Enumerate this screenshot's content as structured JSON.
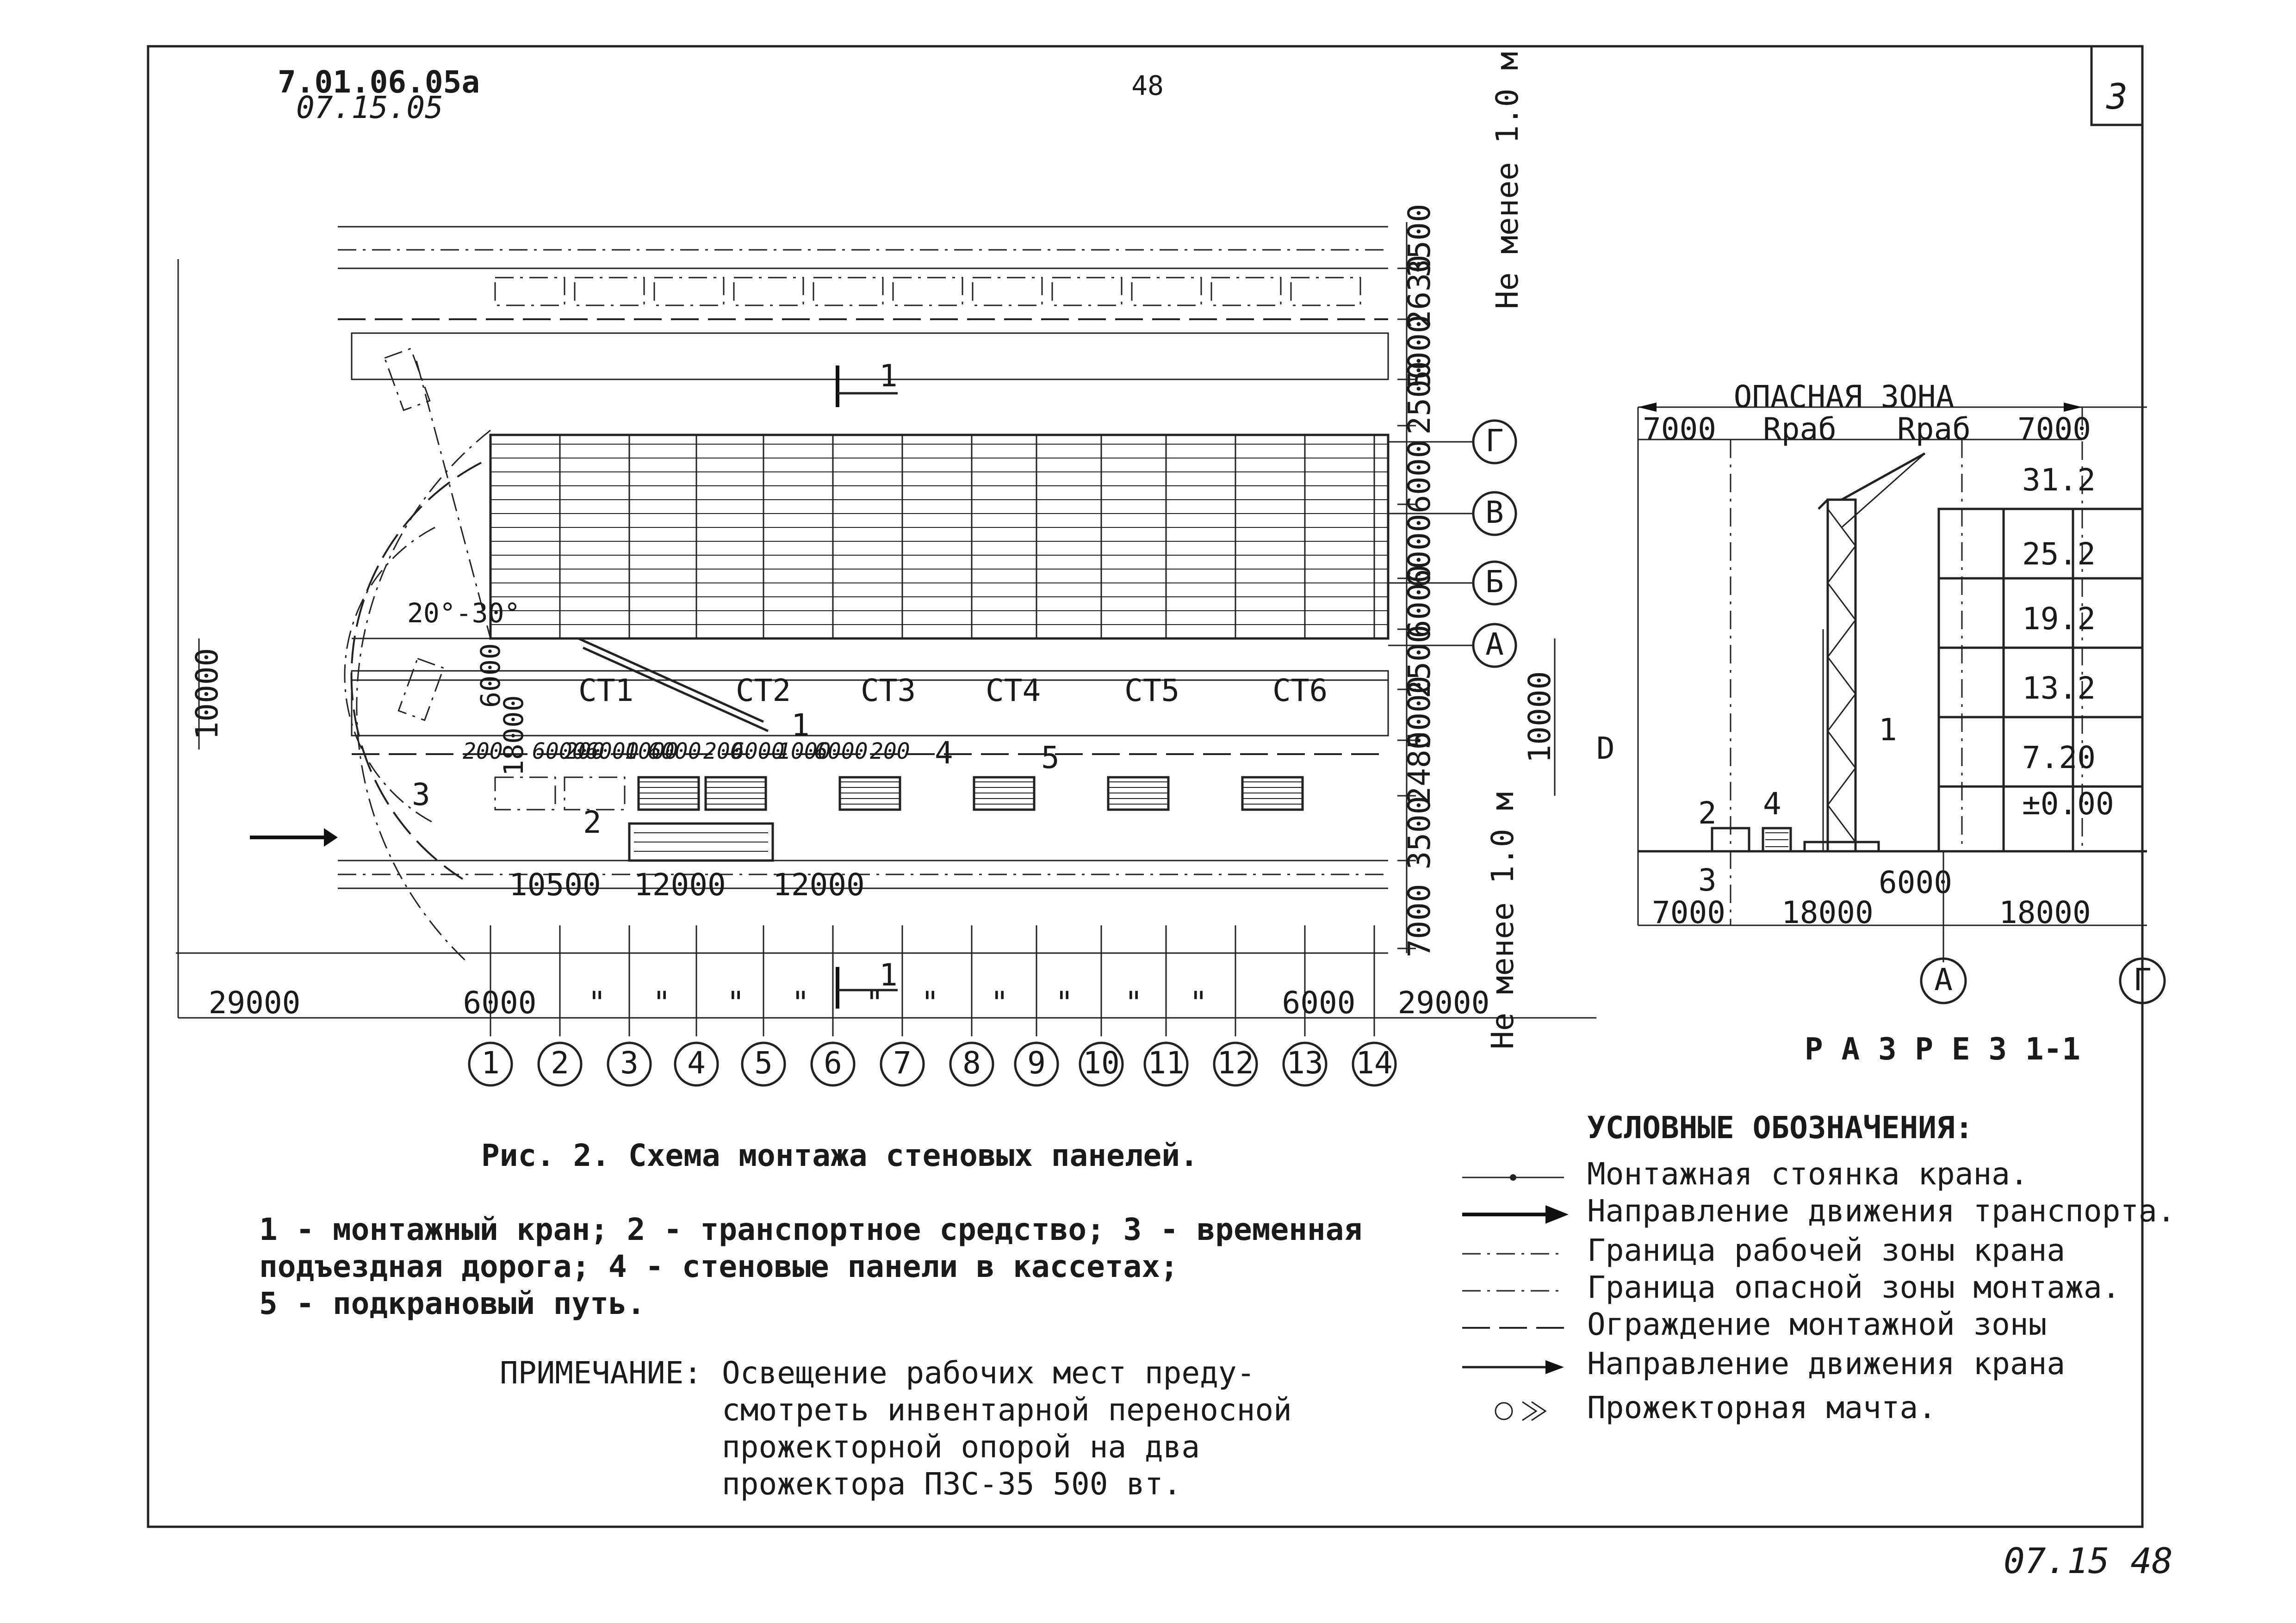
{
  "sheet": {
    "code": "7.01.06.05а",
    "code_handwritten": "07.15.05",
    "page_number": "48",
    "sheet_number": "3",
    "footer_handwritten": "07.15  48"
  },
  "plan": {
    "section_mark": "1",
    "stands": [
      "СТ1",
      "СТ2",
      "СТ3",
      "СТ4",
      "СТ5",
      "СТ6"
    ],
    "axes_letters": [
      "Г",
      "В",
      "Б",
      "А"
    ],
    "axes_numbers": [
      "1",
      "2",
      "3",
      "4",
      "5",
      "6",
      "7",
      "8",
      "9",
      "10",
      "11",
      "12",
      "13",
      "14"
    ],
    "callouts": [
      "1",
      "2",
      "3",
      "4",
      "5"
    ],
    "dim_right": [
      "3500",
      "2630",
      "5000",
      "2500",
      "6000",
      "6000",
      "6000",
      "2500",
      "5000",
      "2480",
      "3500",
      "7000"
    ],
    "dim_right_notes": [
      "Не менее 1.0 м",
      "Не менее 1.0 м"
    ],
    "dim_10000_left": "10000",
    "dim_10000_right": "10000",
    "dim_6000_vert": "6000",
    "dim_18000_vert": "18000",
    "angle_label": "20°-30°",
    "bottom_dims": [
      "10500",
      "12000",
      "12000"
    ],
    "panel_dims": [
      "200",
      "6000",
      "200",
      "6000",
      "1000",
      "6000",
      "200",
      "6000",
      "1000",
      "6000",
      "200"
    ],
    "overall_dims": [
      "29000",
      "6000",
      "\"",
      "\"",
      "\"",
      "\"",
      "\"",
      "\"",
      "\"",
      "\"",
      "\"",
      "\"",
      "6000",
      "29000"
    ],
    "marker_D": "D"
  },
  "section": {
    "danger_zone_label": "ОПАСНАЯ ЗОНА",
    "top_dims": [
      "7000",
      "Rраб",
      "Rраб",
      "7000"
    ],
    "levels": [
      "31.2",
      "25.2",
      "19.2",
      "13.2",
      "7.20",
      "±0.00"
    ],
    "bottom_dims": [
      "7000",
      "18000",
      "6000",
      "18000"
    ],
    "axes": [
      "А",
      "Г"
    ],
    "callouts": [
      "1",
      "2",
      "3",
      "4"
    ],
    "title": "Р А З Р Е З  1-1"
  },
  "caption": "Рис. 2.  Схема монтажа стеновых панелей.",
  "legend_numbered": [
    "1 - монтажный кран;  2 - транспортное средство;  3 - временная",
    "подъездная дорога;   4 - стеновые панели в кассетах;",
    "5 - подкрановый путь."
  ],
  "note": {
    "label": "ПРИМЕЧАНИЕ:",
    "lines": [
      "Освещение рабочих мест преду-",
      "смотреть инвентарной переносной",
      "прожекторной  опорой на два",
      "прожектора ПЗС-35 500 вт."
    ]
  },
  "symbols": {
    "title": "УСЛОВНЫЕ ОБОЗНАЧЕНИЯ:",
    "items": [
      "Монтажная стоянка крана.",
      "Направление движения транспорта.",
      "Граница рабочей зоны крана",
      "Граница опасной зоны монтажа.",
      "Ограждение монтажной зоны",
      "Направление движения крана",
      "Прожекторная мачта."
    ]
  }
}
